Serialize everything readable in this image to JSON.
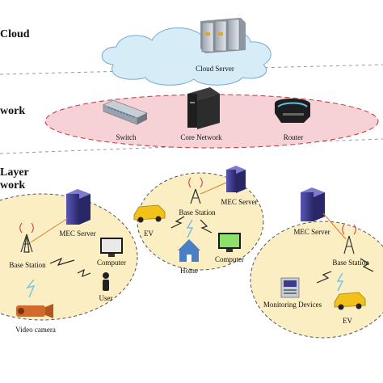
{
  "layers": {
    "cloud_label": "Cloud",
    "core_label": "work",
    "edge_label_line1": "Layer",
    "edge_label_line2": "work"
  },
  "cloud": {
    "server_label": "Cloud Server"
  },
  "core": {
    "switch_label": "Switch",
    "core_network_label": "Core Network",
    "router_label": "Router"
  },
  "edge_left": {
    "mec_label": "MEC Server",
    "base_label": "Base Station",
    "computer_label": "Computer",
    "user_label": "User",
    "camera_label": "Video camera"
  },
  "edge_mid": {
    "mec_label": "MEC Server",
    "base_label": "Base Station",
    "ev_label": "EV",
    "home_label": "Home",
    "computer_label": "Computer"
  },
  "edge_right": {
    "mec_label": "MEC Server",
    "base_label": "Base Station",
    "monitor_label": "Monitoring Devices",
    "ev_label": "EV"
  },
  "colors": {
    "cloud_fill": "#d6ecf7",
    "core_fill": "#f6d2d6",
    "edge_fill": "#fbeec2",
    "server_purple": "#3d3a8c",
    "car_yellow": "#f2c21b",
    "home_blue": "#4a7fc6",
    "signal_blue": "#6fc3e8"
  }
}
